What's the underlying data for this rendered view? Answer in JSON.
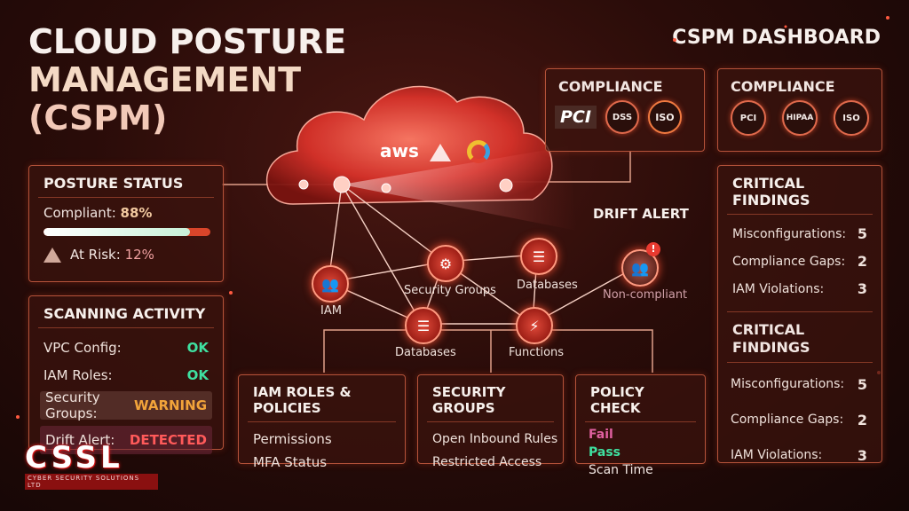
{
  "title": {
    "line1": "CLOUD POSTURE",
    "line2": "MANAGEMENT",
    "line3": "(CSPM)"
  },
  "dashboard_title": "CSPM DASHBOARD",
  "posture": {
    "title": "POSTURE STATUS",
    "compliant_label": "Compliant:",
    "compliant_value": "88%",
    "compliant_fraction": 0.88,
    "risk_label": "At Risk:",
    "risk_value": "12%"
  },
  "scanning": {
    "title": "SCANNING ACTIVITY",
    "rows": [
      {
        "label": "VPC Config:",
        "value": "OK"
      },
      {
        "label": "IAM Roles:",
        "value": "OK"
      },
      {
        "label": "Security Groups:",
        "value": "WARNING"
      },
      {
        "label": "Drift Alert:",
        "value": "DETECTED"
      }
    ]
  },
  "compliance_center": {
    "title": "COMPLIANCE",
    "badges": [
      "PCI",
      "DSS",
      "ISO"
    ]
  },
  "compliance_right": {
    "title": "COMPLIANCE",
    "badges": [
      "PCI",
      "HIPAA",
      "ISO"
    ]
  },
  "findings1": {
    "title": "CRITICAL FINDINGS",
    "rows": [
      {
        "label": "Misconfigurations:",
        "value": "5"
      },
      {
        "label": "Compliance Gaps:",
        "value": "2"
      },
      {
        "label": "IAM Violations:",
        "value": "3"
      }
    ]
  },
  "findings2": {
    "title_line1": "CRITICAL",
    "title_line2": "FINDINGS",
    "rows": [
      {
        "label": "Misconfigurations:",
        "value": "5"
      },
      {
        "label": "Compliance Gaps:",
        "value": "2"
      },
      {
        "label": "IAM Violations:",
        "value": "3"
      }
    ]
  },
  "cloud": {
    "aws_label": "aws"
  },
  "drift": {
    "title": "DRIFT ALERT",
    "status": "Non-compliant"
  },
  "nodes": {
    "iam": "IAM",
    "security_groups": "Security Groups",
    "databases_top": "Databases",
    "databases_bottom": "Databases",
    "functions": "Functions"
  },
  "iam_panel": {
    "title": "IAM ROLES & POLICIES",
    "items": [
      "Permissions",
      "MFA Status"
    ]
  },
  "sg_panel": {
    "title": "SECURITY GROUPS",
    "items": [
      "Open Inbound Rules",
      "Restricted Access"
    ]
  },
  "policy_panel": {
    "title": "POLICY CHECK",
    "fail": "Fail",
    "pass": "Pass",
    "scan": "Scan Time"
  },
  "logo": {
    "text": "CSSL",
    "subtitle": "CYBER SECURITY SOLUTIONS LTD"
  },
  "colors": {
    "accent": "#e0553a",
    "ok": "#3fe0a0",
    "warning": "#f2a43a",
    "detected": "#ff5a5a"
  }
}
